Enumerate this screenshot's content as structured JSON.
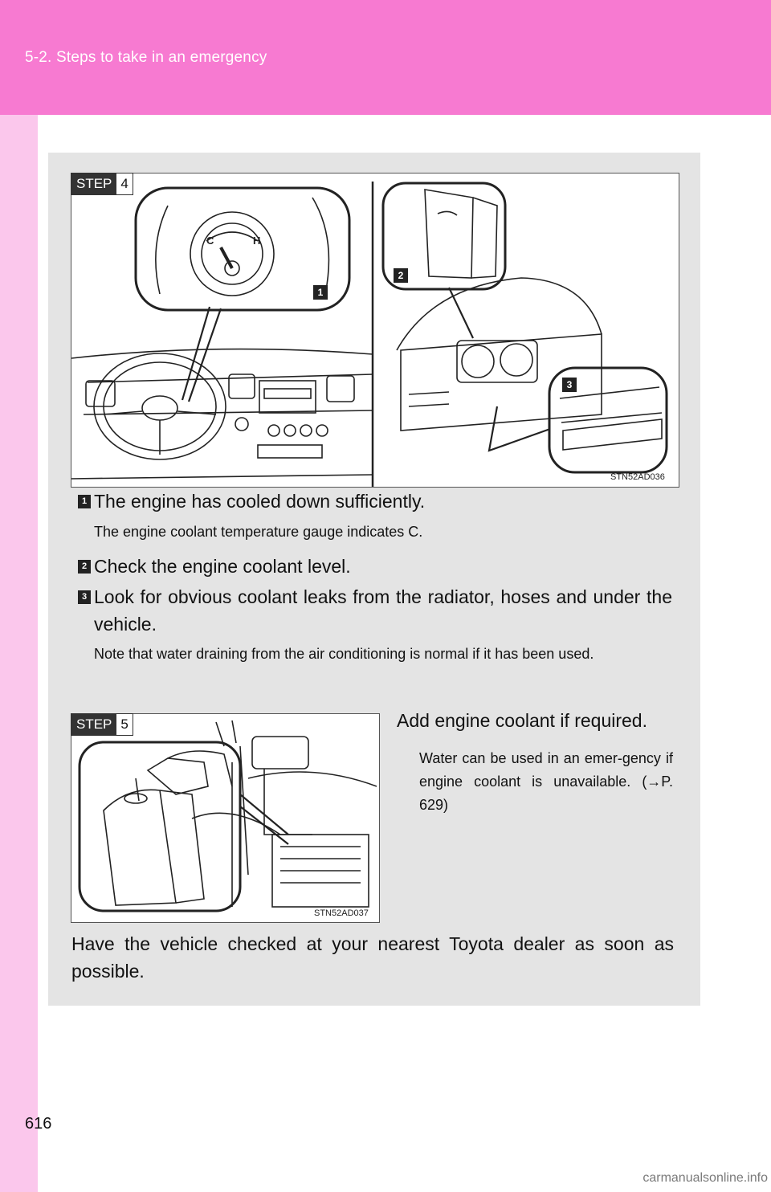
{
  "header": {
    "section_title": "5-2. Steps to take in an emergency"
  },
  "page_number": "616",
  "watermark": "carmanualsonline.info",
  "step4": {
    "step_label": "STEP",
    "step_number": "4",
    "figure_code": "STN52AD036",
    "callouts": [
      "1",
      "2",
      "3"
    ],
    "gauge_labels": {
      "cold": "C",
      "hot": "H"
    },
    "items": [
      {
        "marker": "1",
        "text": "The engine has cooled down sufficiently.",
        "note": "The engine coolant temperature gauge indicates C."
      },
      {
        "marker": "2",
        "text": "Check the engine coolant level."
      },
      {
        "marker": "3",
        "text": "Look for obvious coolant leaks from the radiator, hoses and under the vehicle.",
        "note": "Note that water draining from the air conditioning is normal if it has been used."
      }
    ]
  },
  "step5": {
    "step_label": "STEP",
    "step_number": "5",
    "figure_code": "STN52AD037",
    "heading": "Add engine coolant if required.",
    "note": "Water can be used in an emer-gency if engine coolant is unavailable. (→P. 629)"
  },
  "footer_text": "Have the vehicle checked at your nearest Toyota dealer as soon as possible.",
  "colors": {
    "header_band": "#f77ad1",
    "side_band": "#fbc7ec",
    "panel": "#e4e4e4"
  }
}
